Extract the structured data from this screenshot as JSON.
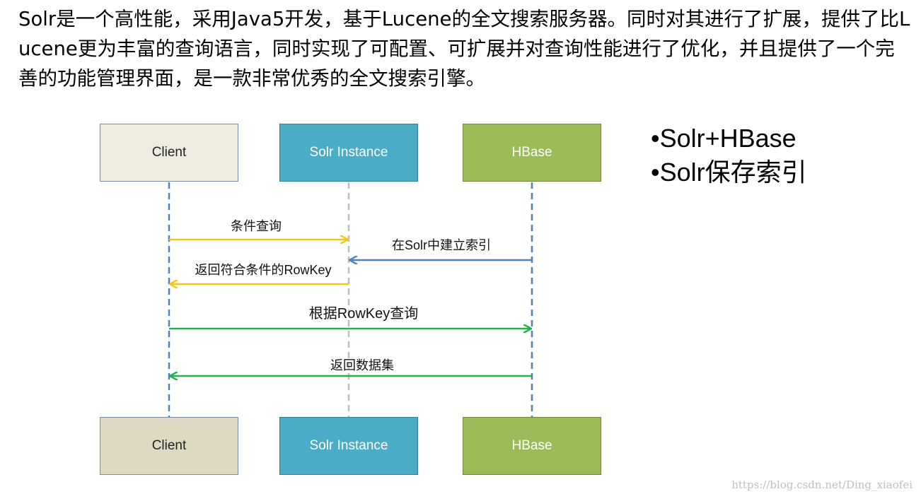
{
  "intro_text": "Solr是一个高性能，采用Java5开发，基于Lucene的全文搜索服务器。同时对其进行了扩展，提供了比Lucene更为丰富的查询语言，同时实现了可配置、可扩展并对查询性能进行了优化，并且提供了一个完善的功能管理界面，是一款非常优秀的全文搜索引擎。",
  "bullets": [
    "•Solr+HBase",
    "•Solr保存索引"
  ],
  "participants": {
    "client": "Client",
    "solr": "Solr Instance",
    "hbase": "HBase"
  },
  "messages": [
    {
      "label": "条件查询",
      "from": "client",
      "to": "solr",
      "color": "#f5c518"
    },
    {
      "label": "在Solr中建立索引",
      "from": "hbase",
      "to": "solr",
      "color": "#4f81bd"
    },
    {
      "label": "返回符合条件的RowKey",
      "from": "solr",
      "to": "client",
      "color": "#f5c518"
    },
    {
      "label": "根据RowKey查询",
      "from": "client",
      "to": "hbase",
      "color": "#22b14c"
    },
    {
      "label": "返回数据集",
      "from": "hbase",
      "to": "client",
      "color": "#22b14c"
    }
  ],
  "colors": {
    "client_box": "#eeece1",
    "solr_box": "#4bacc6",
    "hbase_box": "#9bbb59",
    "lifeline_blue": "#4f81bd",
    "lifeline_gray": "#bfbfbf"
  },
  "watermark": "https://blog.csdn.net/Ding_xiaofei"
}
